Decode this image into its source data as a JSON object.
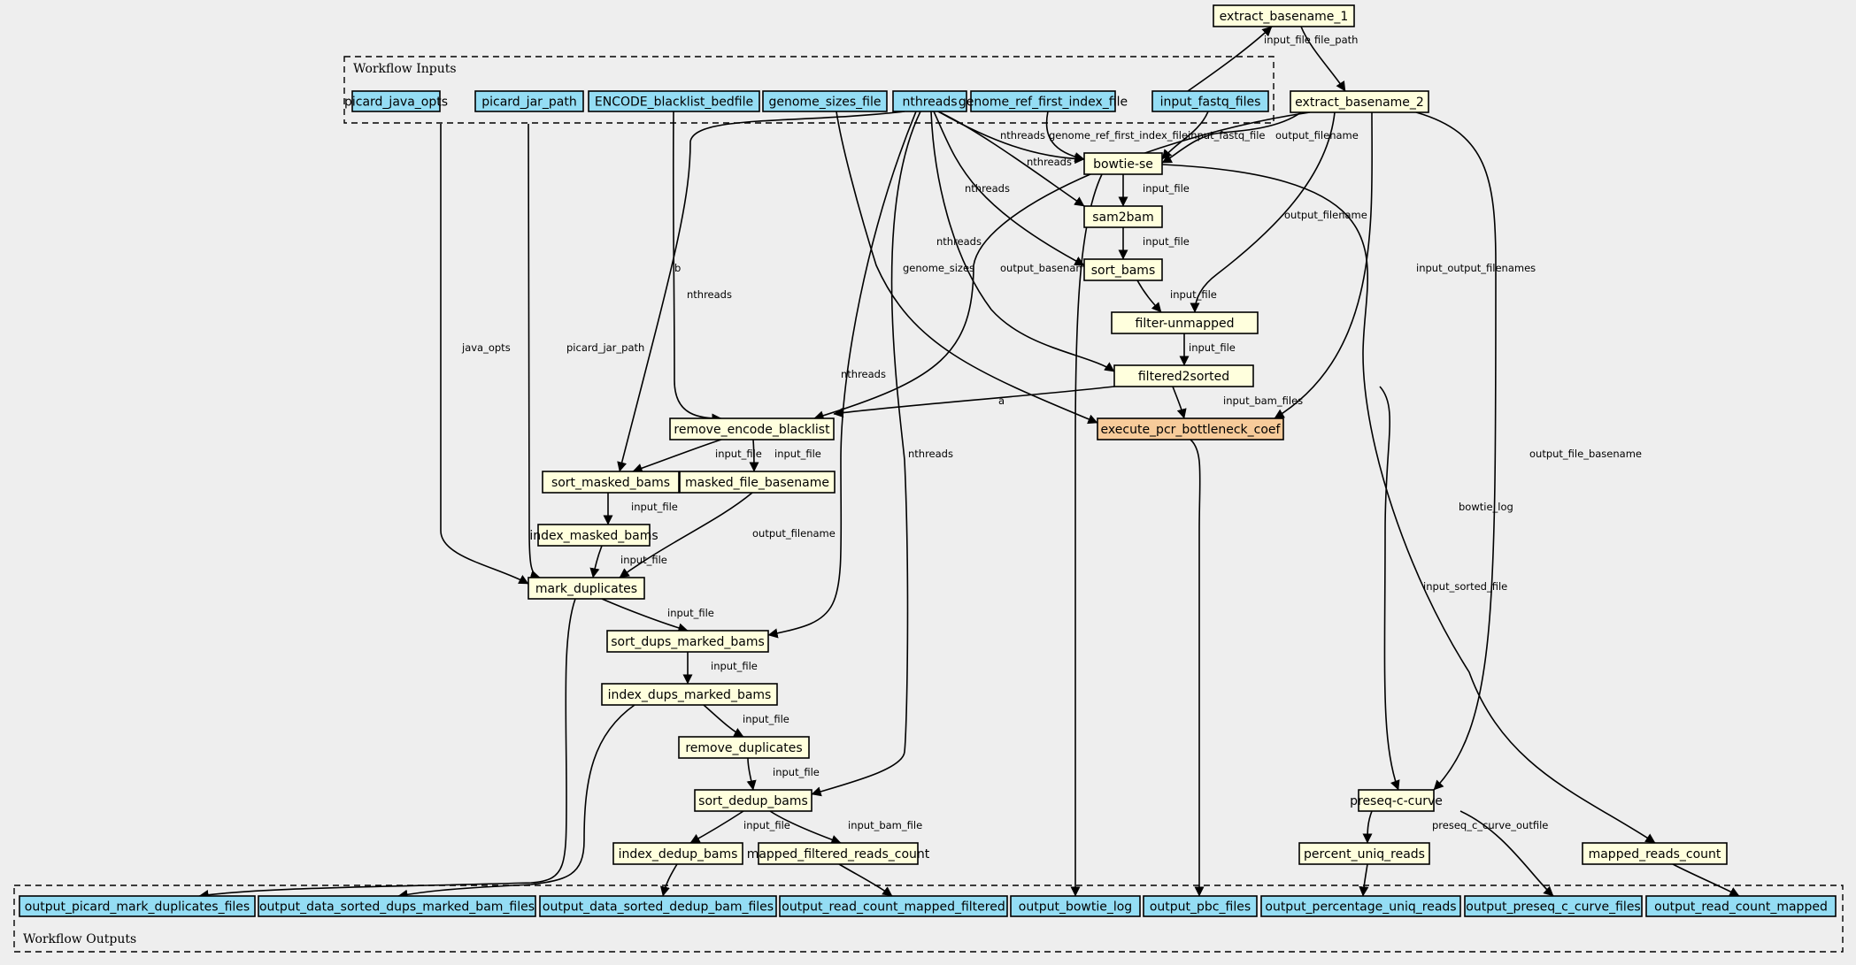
{
  "colors": {
    "input": "#94ddf4",
    "step": "#ffffdd",
    "highlight": "#f7cb9a",
    "background": "#eeeeee",
    "stroke": "#000000"
  },
  "clusters": {
    "inputs": {
      "label": "Workflow Inputs"
    },
    "outputs": {
      "label": "Workflow Outputs"
    }
  },
  "nodes": [
    {
      "id": "picard_java_opts",
      "label": "picard_java_opts",
      "kind": "input"
    },
    {
      "id": "picard_jar_path",
      "label": "picard_jar_path",
      "kind": "input"
    },
    {
      "id": "encode_bl",
      "label": "ENCODE_blacklist_bedfile",
      "kind": "input"
    },
    {
      "id": "genome_sizes_file",
      "label": "genome_sizes_file",
      "kind": "input"
    },
    {
      "id": "nthreads",
      "label": "nthreads",
      "kind": "input"
    },
    {
      "id": "genome_ref",
      "label": "genome_ref_first_index_file",
      "kind": "input"
    },
    {
      "id": "input_fastq",
      "label": "input_fastq_files",
      "kind": "input"
    },
    {
      "id": "extract1",
      "label": "extract_basename_1",
      "kind": "step"
    },
    {
      "id": "extract2",
      "label": "extract_basename_2",
      "kind": "step"
    },
    {
      "id": "bowtie",
      "label": "bowtie-se",
      "kind": "step"
    },
    {
      "id": "sam2bam",
      "label": "sam2bam",
      "kind": "step"
    },
    {
      "id": "sort_bams",
      "label": "sort_bams",
      "kind": "step"
    },
    {
      "id": "filter_unmapped",
      "label": "filter-unmapped",
      "kind": "step"
    },
    {
      "id": "filtered2sorted",
      "label": "filtered2sorted",
      "kind": "step"
    },
    {
      "id": "remove_bl",
      "label": "remove_encode_blacklist",
      "kind": "step"
    },
    {
      "id": "pcr",
      "label": "execute_pcr_bottleneck_coef",
      "kind": "highlight"
    },
    {
      "id": "sort_masked",
      "label": "sort_masked_bams",
      "kind": "step"
    },
    {
      "id": "masked_base",
      "label": "masked_file_basename",
      "kind": "step"
    },
    {
      "id": "index_masked",
      "label": "index_masked_bams",
      "kind": "step"
    },
    {
      "id": "mark_dup",
      "label": "mark_duplicates",
      "kind": "step"
    },
    {
      "id": "sort_dups",
      "label": "sort_dups_marked_bams",
      "kind": "step"
    },
    {
      "id": "index_dups",
      "label": "index_dups_marked_bams",
      "kind": "step"
    },
    {
      "id": "remove_dup",
      "label": "remove_duplicates",
      "kind": "step"
    },
    {
      "id": "sort_dedup",
      "label": "sort_dedup_bams",
      "kind": "step"
    },
    {
      "id": "index_dedup",
      "label": "index_dedup_bams",
      "kind": "step"
    },
    {
      "id": "mapped_filt_count",
      "label": "mapped_filtered_reads_count",
      "kind": "step"
    },
    {
      "id": "preseq",
      "label": "preseq-c-curve",
      "kind": "step"
    },
    {
      "id": "percent_uniq",
      "label": "percent_uniq_reads",
      "kind": "step"
    },
    {
      "id": "mapped_count",
      "label": "mapped_reads_count",
      "kind": "step"
    },
    {
      "id": "out_picard",
      "label": "output_picard_mark_duplicates_files",
      "kind": "input"
    },
    {
      "id": "out_dups_sorted",
      "label": "output_data_sorted_dups_marked_bam_files",
      "kind": "input"
    },
    {
      "id": "out_dedup_sorted",
      "label": "output_data_sorted_dedup_bam_files",
      "kind": "input"
    },
    {
      "id": "out_rc_filt",
      "label": "output_read_count_mapped_filtered",
      "kind": "input"
    },
    {
      "id": "out_bowtie_log",
      "label": "output_bowtie_log",
      "kind": "input"
    },
    {
      "id": "out_pbc",
      "label": "output_pbc_files",
      "kind": "input"
    },
    {
      "id": "out_pct",
      "label": "output_percentage_uniq_reads",
      "kind": "input"
    },
    {
      "id": "out_preseq",
      "label": "output_preseq_c_curve_files",
      "kind": "input"
    },
    {
      "id": "out_rc",
      "label": "output_read_count_mapped",
      "kind": "input"
    }
  ],
  "edges": [
    {
      "from": "input_fastq",
      "to": "extract1",
      "label": "input_file"
    },
    {
      "from": "extract1",
      "to": "extract2",
      "label": "file_path"
    },
    {
      "from": "genome_ref",
      "to": "bowtie",
      "label": "genome_ref_first_index_file"
    },
    {
      "from": "input_fastq",
      "to": "bowtie",
      "label": "input_fastq_file"
    },
    {
      "from": "extract2",
      "to": "bowtie",
      "label": "output_filename"
    },
    {
      "from": "nthreads",
      "to": "bowtie",
      "label": "nthreads"
    },
    {
      "from": "nthreads",
      "to": "sam2bam",
      "label": "nthreads"
    },
    {
      "from": "nthreads",
      "to": "sort_bams",
      "label": "nthreads"
    },
    {
      "from": "nthreads",
      "to": "filtered2sorted",
      "label": "nthreads"
    },
    {
      "from": "nthreads",
      "to": "sort_masked",
      "label": "nthreads"
    },
    {
      "from": "nthreads",
      "to": "sort_dups",
      "label": "nthreads"
    },
    {
      "from": "nthreads",
      "to": "sort_dedup",
      "label": "nthreads"
    },
    {
      "from": "bowtie",
      "to": "sam2bam",
      "label": "input_file"
    },
    {
      "from": "sam2bam",
      "to": "sort_bams",
      "label": "input_file"
    },
    {
      "from": "sort_bams",
      "to": "filter_unmapped",
      "label": "input_file"
    },
    {
      "from": "extract2",
      "to": "filter_unmapped",
      "label": "output_filename"
    },
    {
      "from": "filter_unmapped",
      "to": "filtered2sorted",
      "label": "input_file"
    },
    {
      "from": "filtered2sorted",
      "to": "remove_bl",
      "label": "a"
    },
    {
      "from": "encode_bl",
      "to": "remove_bl",
      "label": "b"
    },
    {
      "from": "extract2",
      "to": "remove_bl",
      "label": "output_basename_file"
    },
    {
      "from": "filtered2sorted",
      "to": "pcr",
      "label": "input_bam_files"
    },
    {
      "from": "genome_sizes_file",
      "to": "pcr",
      "label": "genome_sizes"
    },
    {
      "from": "extract2",
      "to": "pcr",
      "label": "input_output_filenames"
    },
    {
      "from": "remove_bl",
      "to": "sort_masked",
      "label": "input_file"
    },
    {
      "from": "remove_bl",
      "to": "masked_base",
      "label": "input_file"
    },
    {
      "from": "sort_masked",
      "to": "index_masked",
      "label": "input_file"
    },
    {
      "from": "index_masked",
      "to": "mark_dup",
      "label": "input_file"
    },
    {
      "from": "masked_base",
      "to": "mark_dup",
      "label": "output_filename"
    },
    {
      "from": "picard_java_opts",
      "to": "mark_dup",
      "label": "java_opts"
    },
    {
      "from": "picard_jar_path",
      "to": "mark_dup",
      "label": "picard_jar_path"
    },
    {
      "from": "mark_dup",
      "to": "sort_dups",
      "label": "input_file"
    },
    {
      "from": "sort_dups",
      "to": "index_dups",
      "label": "input_file"
    },
    {
      "from": "index_dups",
      "to": "remove_dup",
      "label": "input_file"
    },
    {
      "from": "remove_dup",
      "to": "sort_dedup",
      "label": "input_file"
    },
    {
      "from": "sort_dedup",
      "to": "index_dedup",
      "label": "input_file"
    },
    {
      "from": "sort_dedup",
      "to": "mapped_filt_count",
      "label": "input_bam_file"
    },
    {
      "from": "filtered2sorted",
      "to": "preseq",
      "label": "input_sorted_file"
    },
    {
      "from": "extract2",
      "to": "preseq",
      "label": "output_file_basename"
    },
    {
      "from": "preseq",
      "to": "percent_uniq",
      "label": "preseq_c_curve_outfile"
    },
    {
      "from": "bowtie",
      "to": "mapped_count",
      "label": "bowtie_log"
    },
    {
      "from": "mark_dup",
      "to": "out_picard",
      "label": ""
    },
    {
      "from": "index_dups",
      "to": "out_dups_sorted",
      "label": ""
    },
    {
      "from": "index_dedup",
      "to": "out_dedup_sorted",
      "label": ""
    },
    {
      "from": "mapped_filt_count",
      "to": "out_rc_filt",
      "label": ""
    },
    {
      "from": "bowtie",
      "to": "out_bowtie_log",
      "label": ""
    },
    {
      "from": "pcr",
      "to": "out_pbc",
      "label": ""
    },
    {
      "from": "percent_uniq",
      "to": "out_pct",
      "label": ""
    },
    {
      "from": "preseq",
      "to": "out_preseq",
      "label": ""
    },
    {
      "from": "mapped_count",
      "to": "out_rc",
      "label": ""
    }
  ]
}
